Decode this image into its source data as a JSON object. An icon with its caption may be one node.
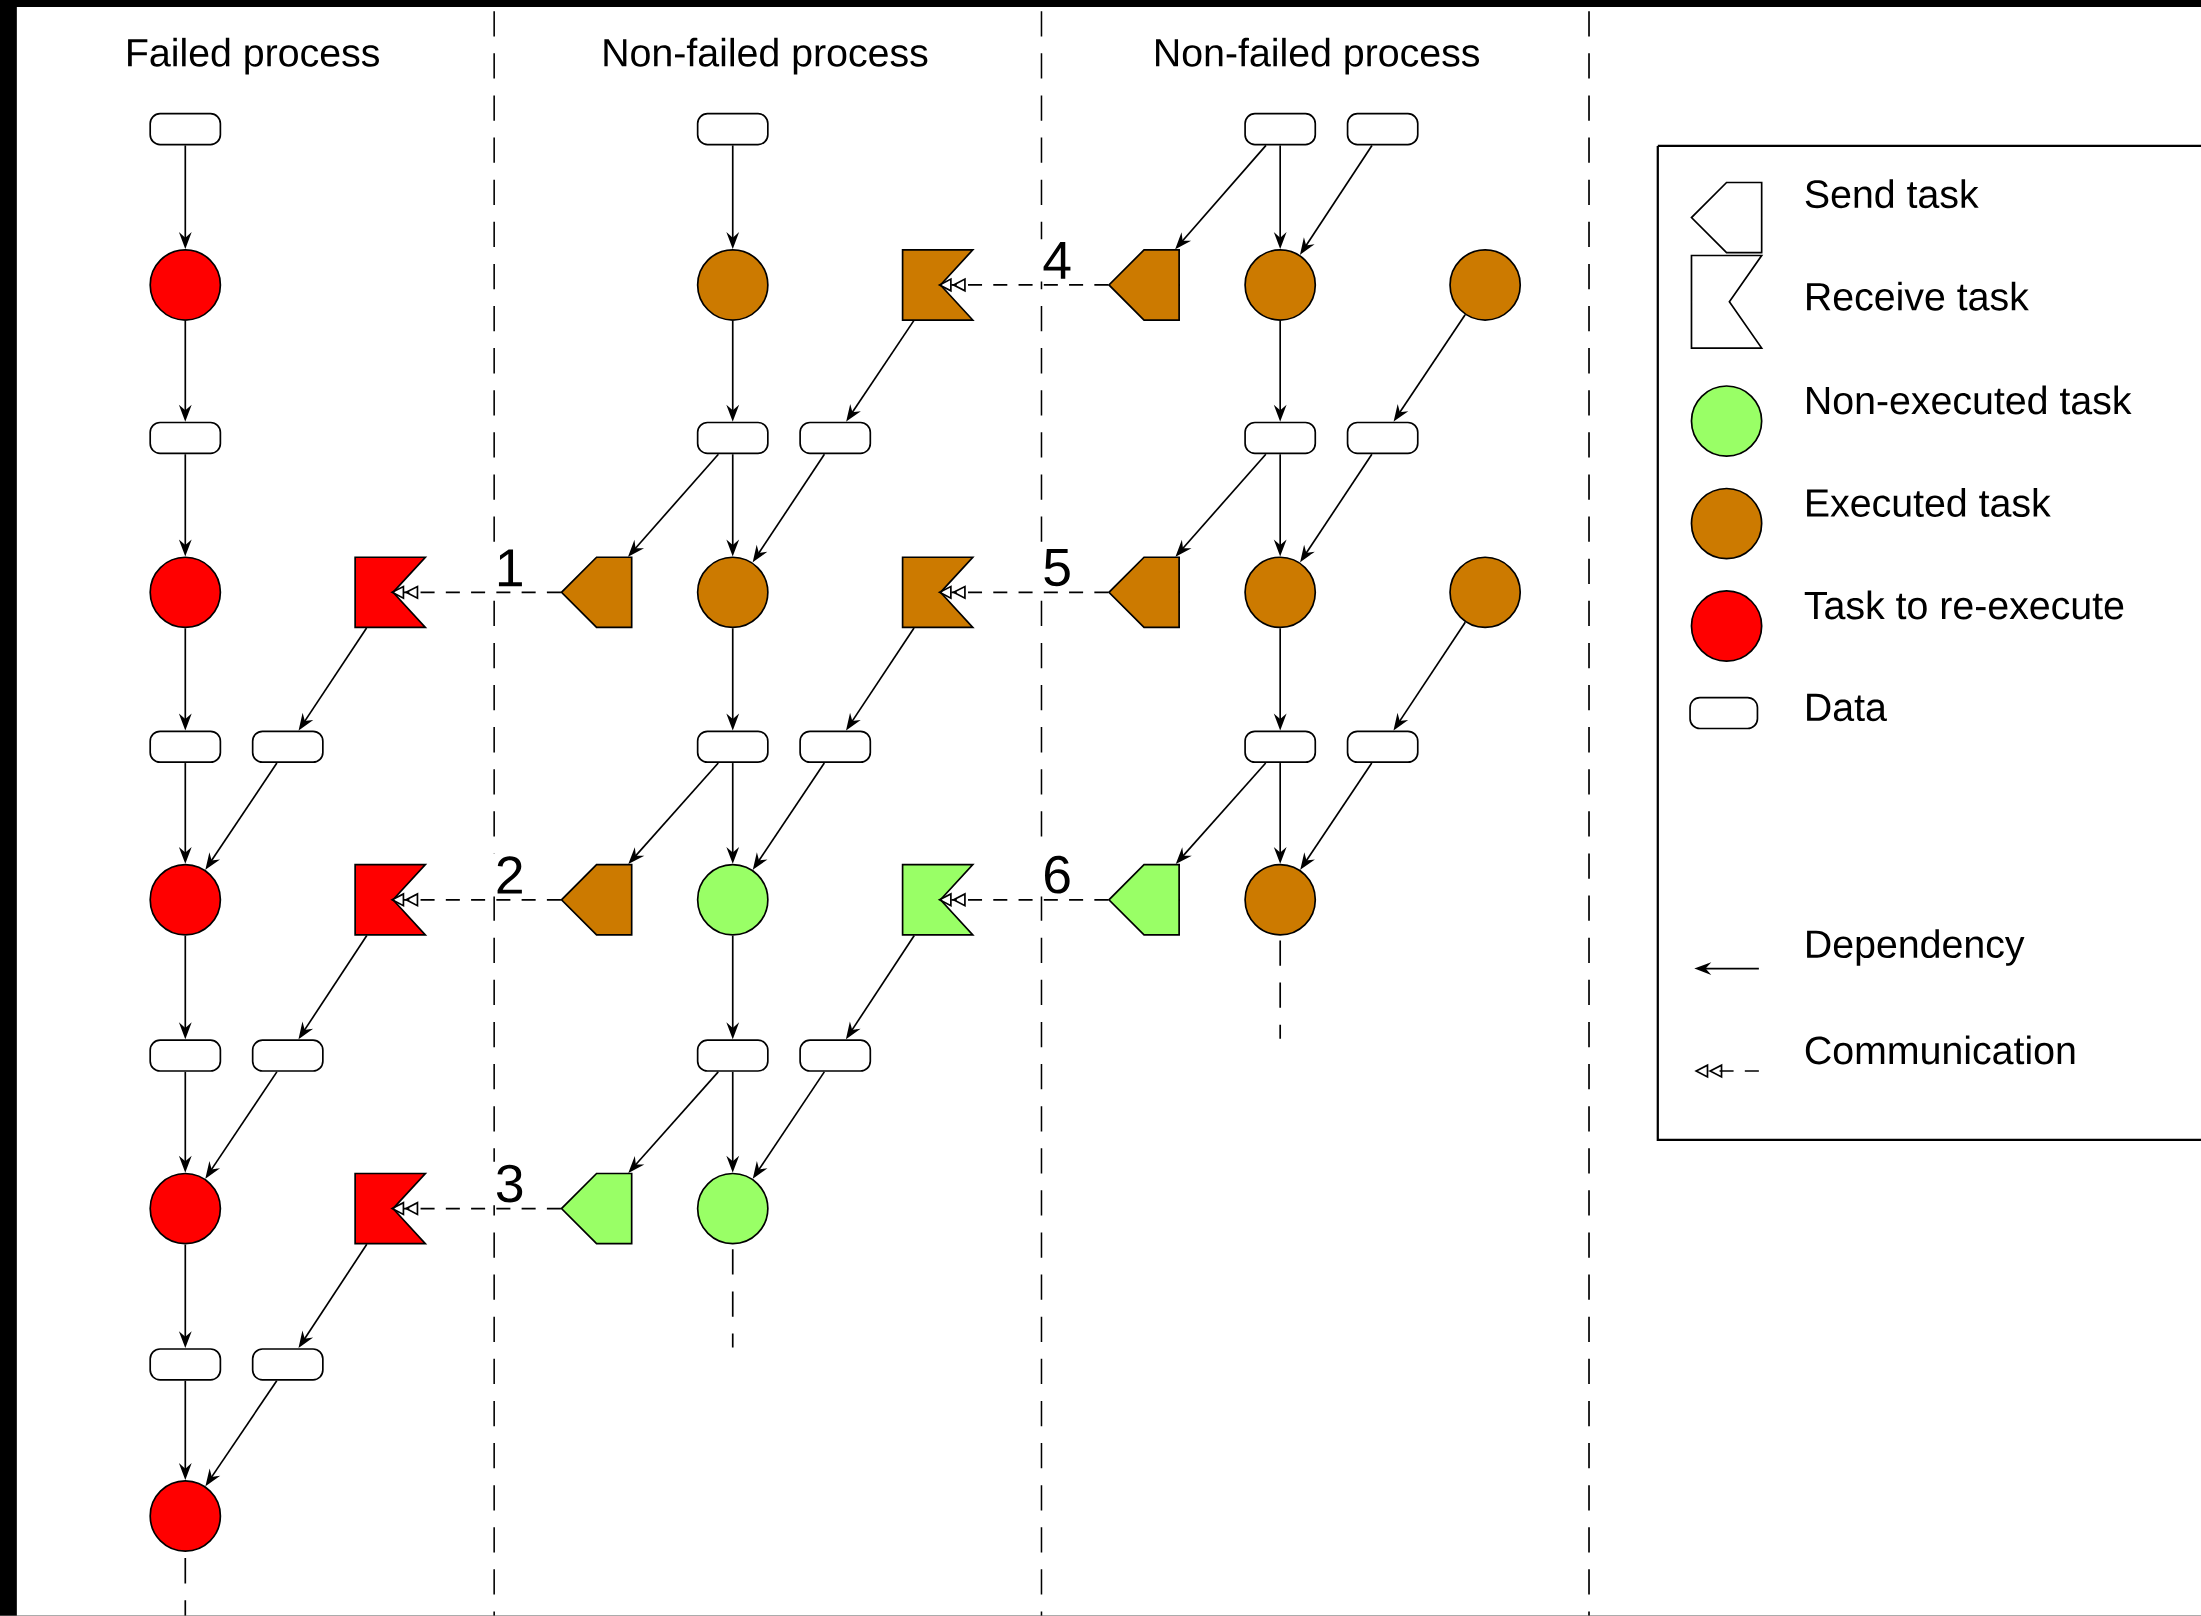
{
  "diagram": {
    "nodes": [
      {
        "text": [],
        "shape": "box"
      },
      {
        "text": [],
        "shape": "box"
      },
      {
        "text": [],
        "shape": "box"
      },
      {
        "text": [],
        "shape": "box"
      },
      {
        "text": [],
        "shape": "circle"
      },
      {
        "text": [],
        "shape": "circle"
      },
      {
        "text": [],
        "shape": "flag"
      },
      {
        "text": [],
        "shape": "pentagon"
      },
      {
        "text": [],
        "shape": "circle"
      },
      {
        "text": [],
        "shape": "circle"
      },
      {
        "text": [],
        "shape": "box"
      },
      {
        "text": [],
        "shape": "box"
      },
      {
        "text": [],
        "shape": "box"
      },
      {
        "text": [],
        "shape": "box"
      },
      {
        "text": [],
        "shape": "box"
      },
      {
        "text": [],
        "shape": "circle"
      },
      {
        "text": [],
        "shape": "flag"
      },
      {
        "text": [],
        "shape": "pentagon"
      },
      {
        "text": [],
        "shape": "circle"
      },
      {
        "text": [],
        "shape": "flag"
      },
      {
        "text": [],
        "shape": "pentagon"
      },
      {
        "text": [],
        "shape": "circle"
      },
      {
        "text": [],
        "shape": "circle"
      },
      {
        "text": [],
        "shape": "box"
      },
      {
        "text": [],
        "shape": "box"
      },
      {
        "text": [],
        "shape": "box"
      },
      {
        "text": [],
        "shape": "box"
      },
      {
        "text": [],
        "shape": "box"
      },
      {
        "text": [],
        "shape": "box"
      },
      {
        "text": [],
        "shape": "circle"
      },
      {
        "text": [],
        "shape": "flag"
      },
      {
        "text": [],
        "shape": "pentagon"
      },
      {
        "text": [],
        "shape": "circle"
      },
      {
        "text": [],
        "shape": "flag"
      },
      {
        "text": [],
        "shape": "pentagon"
      },
      {
        "text": [],
        "shape": "circle"
      },
      {
        "text": [],
        "shape": "box"
      },
      {
        "text": [],
        "shape": "box"
      },
      {
        "text": [],
        "shape": "box"
      },
      {
        "text": [],
        "shape": "box"
      },
      {
        "text": [],
        "shape": "circle"
      },
      {
        "text": [],
        "shape": "flag"
      },
      {
        "text": [],
        "shape": "pentagon"
      },
      {
        "text": [],
        "shape": "circle"
      },
      {
        "text": [],
        "shape": "box"
      },
      {
        "text": [],
        "shape": "box"
      },
      {
        "text": [],
        "shape": "circle"
      }
    ],
    "edges": [
      {
        "from": 0,
        "to": 4,
        "arrow": "to"
      },
      {
        "from": 4,
        "to": 10,
        "arrow": "to"
      },
      {
        "from": 10,
        "to": 15,
        "arrow": "to"
      },
      {
        "from": 15,
        "to": 23,
        "arrow": "to"
      },
      {
        "from": 23,
        "to": 29,
        "arrow": "to"
      },
      {
        "from": 16,
        "to": 24,
        "arrow": "to"
      },
      {
        "from": 24,
        "to": 29,
        "arrow": "to"
      },
      {
        "from": 29,
        "to": 36,
        "arrow": "to"
      },
      {
        "from": 30,
        "to": 37,
        "arrow": "to"
      },
      {
        "from": 36,
        "to": 40,
        "arrow": "to"
      },
      {
        "from": 37,
        "to": 40,
        "arrow": "to"
      },
      {
        "from": 40,
        "to": 44,
        "arrow": "to"
      },
      {
        "from": 41,
        "to": 45,
        "arrow": "to"
      },
      {
        "from": 44,
        "to": 46,
        "arrow": "to"
      },
      {
        "from": 45,
        "to": 46,
        "arrow": "to"
      },
      {
        "from": 1,
        "to": 5,
        "arrow": "to"
      },
      {
        "from": 5,
        "to": 11,
        "arrow": "to"
      },
      {
        "from": 6,
        "to": 12,
        "arrow": "to"
      },
      {
        "from": 11,
        "to": 18,
        "arrow": "to"
      },
      {
        "from": 12,
        "to": 18,
        "arrow": "to"
      },
      {
        "from": 11,
        "to": 17,
        "arrow": "to"
      },
      {
        "from": 18,
        "to": 25,
        "arrow": "to"
      },
      {
        "from": 19,
        "to": 26,
        "arrow": "to"
      },
      {
        "from": 25,
        "to": 32,
        "arrow": "to"
      },
      {
        "from": 26,
        "to": 32,
        "arrow": "to"
      },
      {
        "from": 25,
        "to": 31,
        "arrow": "to"
      },
      {
        "from": 32,
        "to": 38,
        "arrow": "to"
      },
      {
        "from": 33,
        "to": 39,
        "arrow": "to"
      },
      {
        "from": 38,
        "to": 43,
        "arrow": "to"
      },
      {
        "from": 39,
        "to": 43,
        "arrow": "to"
      },
      {
        "from": 38,
        "to": 42,
        "arrow": "to"
      },
      {
        "from": 2,
        "to": 7,
        "arrow": "to"
      },
      {
        "from": 2,
        "to": 8,
        "arrow": "to"
      },
      {
        "from": 3,
        "to": 8,
        "arrow": "to"
      },
      {
        "from": 8,
        "to": 13,
        "arrow": "to"
      },
      {
        "from": 9,
        "to": 14,
        "arrow": "to"
      },
      {
        "from": 13,
        "to": 20,
        "arrow": "to"
      },
      {
        "from": 13,
        "to": 21,
        "arrow": "to"
      },
      {
        "from": 14,
        "to": 21,
        "arrow": "to"
      },
      {
        "from": 21,
        "to": 27,
        "arrow": "to"
      },
      {
        "from": 22,
        "to": 28,
        "arrow": "to"
      },
      {
        "from": 27,
        "to": 34,
        "arrow": "to"
      },
      {
        "from": 27,
        "to": 35,
        "arrow": "to"
      },
      {
        "from": 28,
        "to": 35,
        "arrow": "to"
      },
      {
        "from": 17,
        "to": 16,
        "arrow": "to",
        "style": "dashed",
        "label": "1"
      },
      {
        "from": 31,
        "to": 30,
        "arrow": "to",
        "style": "dashed",
        "label": "2"
      },
      {
        "from": 42,
        "to": 41,
        "arrow": "to",
        "style": "dashed",
        "label": "3"
      },
      {
        "from": 7,
        "to": 6,
        "arrow": "to",
        "style": "dashed",
        "label": "4"
      },
      {
        "from": 20,
        "to": 19,
        "arrow": "to",
        "style": "dashed",
        "label": "5"
      },
      {
        "from": 34,
        "to": 33,
        "arrow": "to",
        "style": "dashed",
        "label": "6"
      }
    ],
    "labels": [
      "Failed process",
      "Non-failed process",
      "Non-failed process"
    ],
    "legend": [
      {
        "text": "Send task"
      },
      {
        "text": "Receive task"
      },
      {
        "text": "Non-executed task",
        "color": "#99ff66"
      },
      {
        "text": "Executed task",
        "color": "#cc7a00"
      },
      {
        "text": "Task to re-execute",
        "color": "#ff0000"
      },
      {
        "text": "Data"
      },
      {
        "text": "Dependency"
      },
      {
        "text": "Communication"
      }
    ]
  }
}
